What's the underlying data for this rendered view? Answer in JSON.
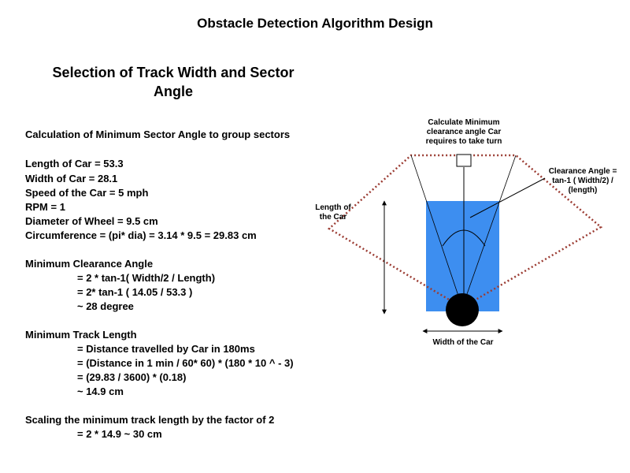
{
  "title": "Obstacle Detection Algorithm Design",
  "subtitle": "Selection of Track Width and Sector Angle",
  "heading": "Calculation of Minimum Sector Angle to group sectors",
  "specs": [
    "Length of Car = 53.3",
    "Width of Car =  28.1",
    "Speed of the Car = 5 mph",
    "RPM = 1",
    "Diameter of Wheel = 9.5 cm",
    "Circumference = (pi* dia) = 3.14 * 9.5 = 29.83 cm"
  ],
  "clearance": {
    "heading": "Minimum Clearance Angle",
    "lines": [
      "=  2 * tan-1( Width/2 /    Length)",
      "=  2* tan-1 ( 14.05 / 53.3 )",
      "~  28 degree"
    ]
  },
  "track": {
    "heading": "Minimum Track Length",
    "lines": [
      "=  Distance travelled by Car in 180ms",
      "=  (Distance in 1 min / 60* 60) * (180 * 10 ^ - 3)",
      "=  (29.83 / 3600) * (0.18)",
      "~  14.9 cm"
    ]
  },
  "scaling": {
    "heading": "Scaling the minimum track length by the factor of 2",
    "line": "= 2 * 14.9 ~ 30 cm"
  },
  "diagram": {
    "top_label": "Calculate Minimum clearance angle Car requires to take turn",
    "length_label": "Length of the Car",
    "width_label": "Width of the Car",
    "clearance_label": "Clearance Angle = tan-1 ( Width/2) / (length)",
    "colors": {
      "car": "#3d8ef0",
      "sector": "#9b3c33",
      "wheel": "#000000"
    }
  }
}
